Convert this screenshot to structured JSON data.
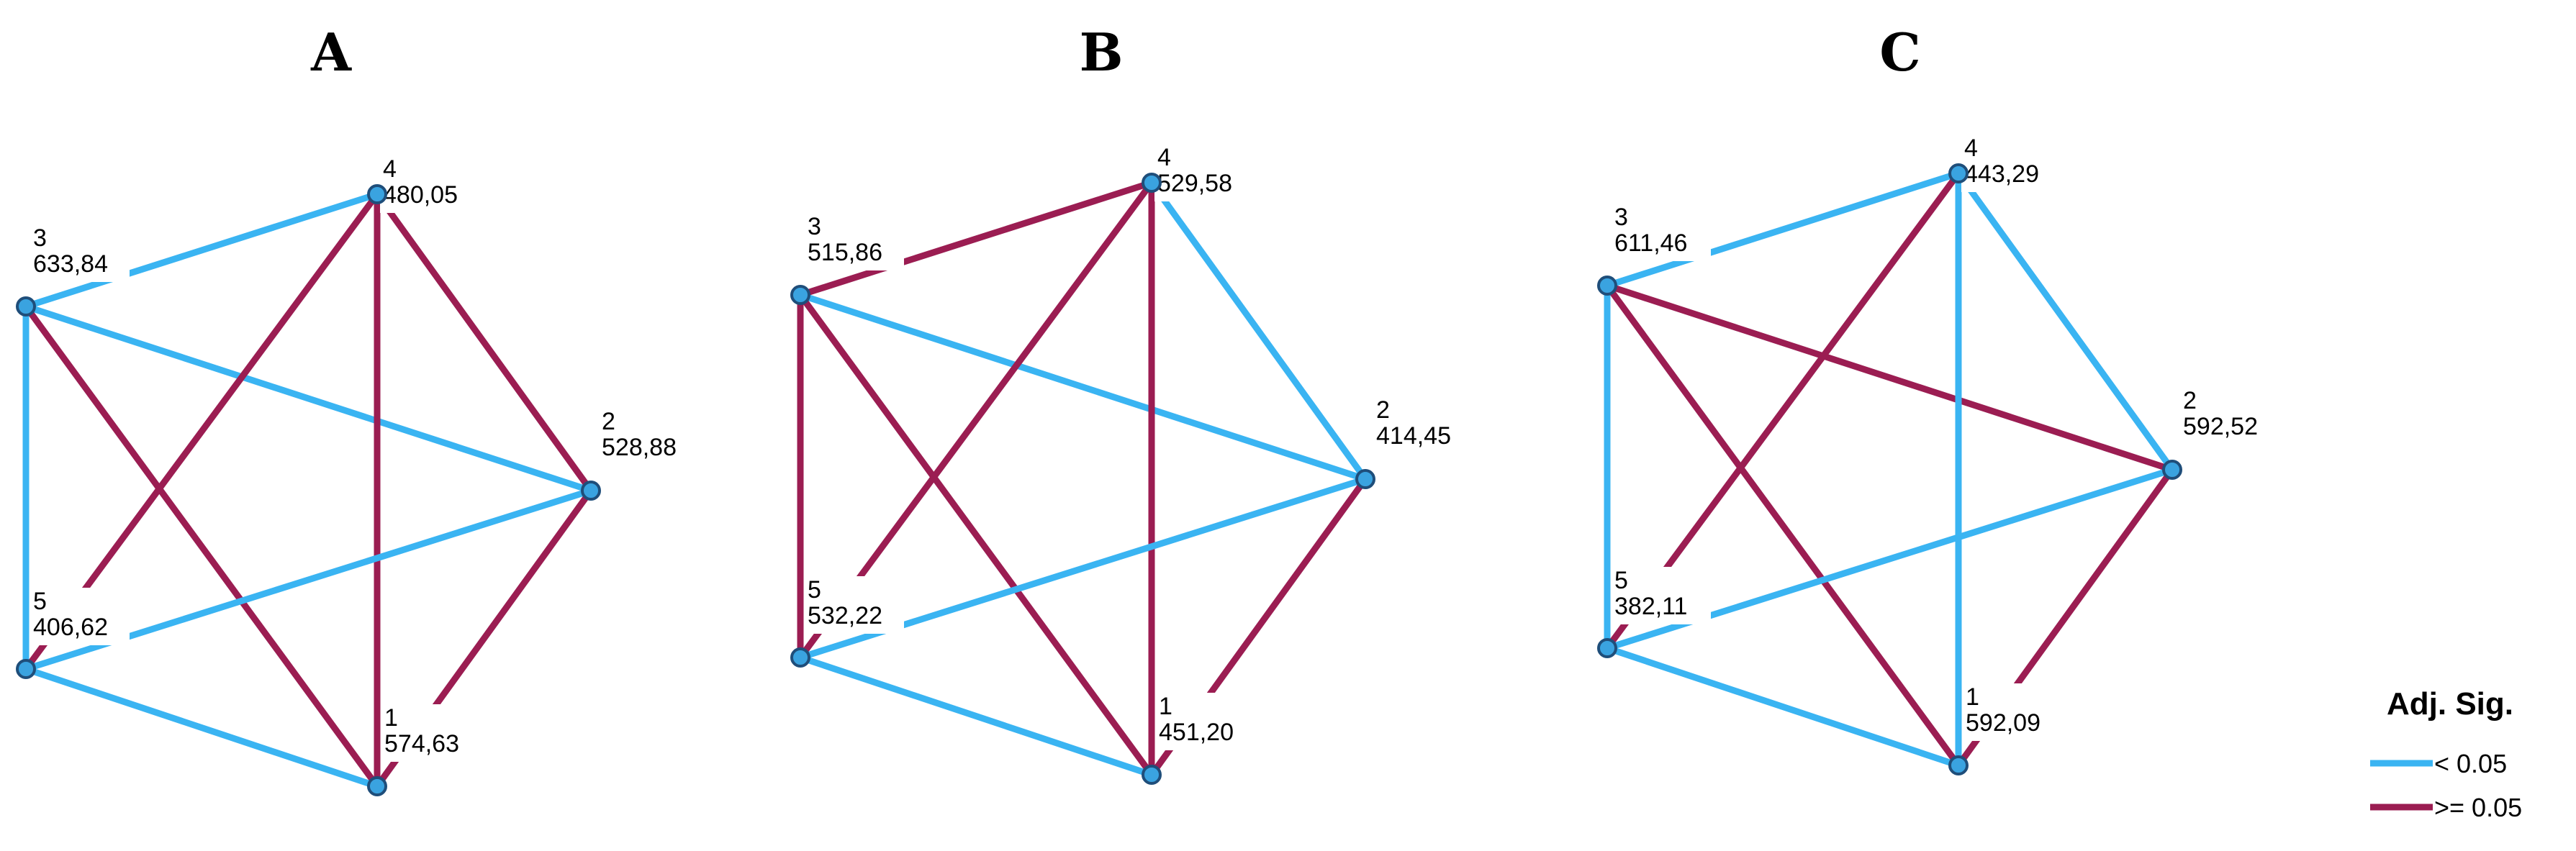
{
  "colors": {
    "sig": "#3ab4f2",
    "nonsig": "#9b1d52",
    "node_fill": "#3aa3e0",
    "node_stroke": "#1f4e7a"
  },
  "legend": {
    "title": "Adj. Sig.",
    "items": [
      {
        "label": "< 0.05",
        "kind": "sig"
      },
      {
        "label": ">= 0.05",
        "kind": "nonsig"
      }
    ]
  },
  "panels": [
    {
      "title": "A",
      "nodes": [
        {
          "id": "1",
          "value": "574,63"
        },
        {
          "id": "2",
          "value": "528,88"
        },
        {
          "id": "3",
          "value": "633,84"
        },
        {
          "id": "4",
          "value": "480,05"
        },
        {
          "id": "5",
          "value": "406,62"
        }
      ],
      "edges": [
        {
          "a": "3",
          "b": "4",
          "kind": "sig"
        },
        {
          "a": "3",
          "b": "2",
          "kind": "sig"
        },
        {
          "a": "3",
          "b": "5",
          "kind": "sig"
        },
        {
          "a": "3",
          "b": "1",
          "kind": "nonsig"
        },
        {
          "a": "4",
          "b": "2",
          "kind": "nonsig"
        },
        {
          "a": "4",
          "b": "5",
          "kind": "nonsig"
        },
        {
          "a": "4",
          "b": "1",
          "kind": "nonsig"
        },
        {
          "a": "2",
          "b": "5",
          "kind": "sig"
        },
        {
          "a": "2",
          "b": "1",
          "kind": "nonsig"
        },
        {
          "a": "5",
          "b": "1",
          "kind": "sig"
        }
      ]
    },
    {
      "title": "B",
      "nodes": [
        {
          "id": "1",
          "value": "451,20"
        },
        {
          "id": "2",
          "value": "414,45"
        },
        {
          "id": "3",
          "value": "515,86"
        },
        {
          "id": "4",
          "value": "529,58"
        },
        {
          "id": "5",
          "value": "532,22"
        }
      ],
      "edges": [
        {
          "a": "3",
          "b": "4",
          "kind": "nonsig"
        },
        {
          "a": "3",
          "b": "2",
          "kind": "sig"
        },
        {
          "a": "3",
          "b": "5",
          "kind": "nonsig"
        },
        {
          "a": "3",
          "b": "1",
          "kind": "nonsig"
        },
        {
          "a": "4",
          "b": "2",
          "kind": "sig"
        },
        {
          "a": "4",
          "b": "5",
          "kind": "nonsig"
        },
        {
          "a": "4",
          "b": "1",
          "kind": "nonsig"
        },
        {
          "a": "2",
          "b": "5",
          "kind": "sig"
        },
        {
          "a": "2",
          "b": "1",
          "kind": "nonsig"
        },
        {
          "a": "5",
          "b": "1",
          "kind": "sig"
        }
      ]
    },
    {
      "title": "C",
      "nodes": [
        {
          "id": "1",
          "value": "592,09"
        },
        {
          "id": "2",
          "value": "592,52"
        },
        {
          "id": "3",
          "value": "611,46"
        },
        {
          "id": "4",
          "value": "443,29"
        },
        {
          "id": "5",
          "value": "382,11"
        }
      ],
      "edges": [
        {
          "a": "3",
          "b": "4",
          "kind": "sig"
        },
        {
          "a": "3",
          "b": "2",
          "kind": "nonsig"
        },
        {
          "a": "3",
          "b": "5",
          "kind": "sig"
        },
        {
          "a": "3",
          "b": "1",
          "kind": "nonsig"
        },
        {
          "a": "4",
          "b": "2",
          "kind": "sig"
        },
        {
          "a": "4",
          "b": "5",
          "kind": "nonsig"
        },
        {
          "a": "4",
          "b": "1",
          "kind": "sig"
        },
        {
          "a": "2",
          "b": "5",
          "kind": "sig"
        },
        {
          "a": "2",
          "b": "1",
          "kind": "nonsig"
        },
        {
          "a": "5",
          "b": "1",
          "kind": "sig"
        }
      ]
    }
  ]
}
